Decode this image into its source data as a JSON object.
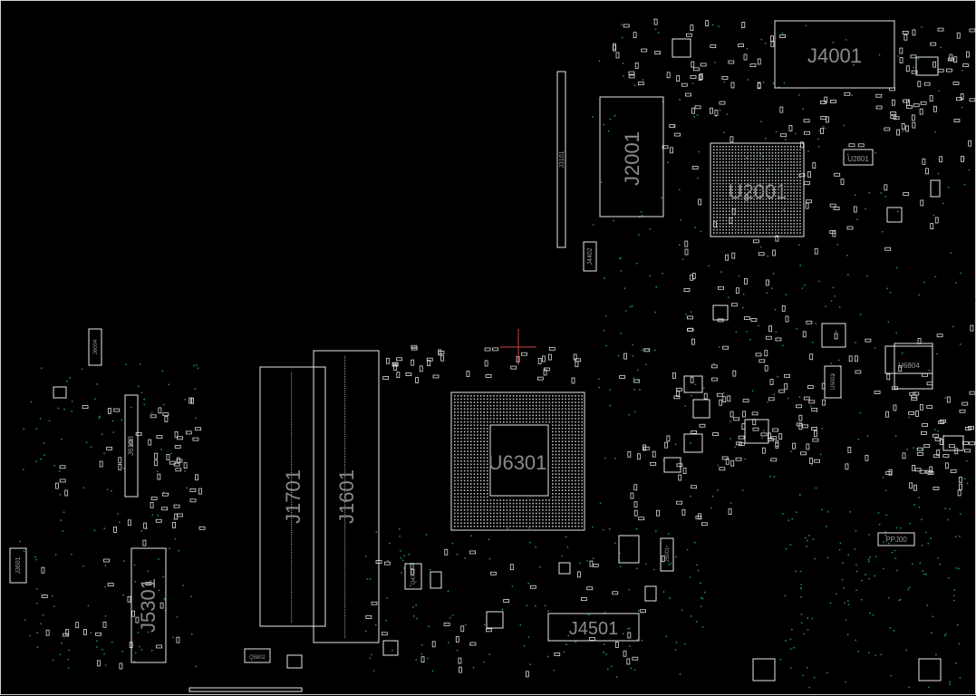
{
  "board": {
    "colors": {
      "background": "#000000",
      "outline": "#e6e6e6",
      "label": "#8a8a8a",
      "via": "#1f8a78",
      "pad": "#dcdcdc"
    }
  },
  "components": {
    "j4001": "J4001",
    "j2001": "J2001",
    "u2001": "U2001",
    "u2801": "U2801",
    "j3101": "J3101",
    "j4402": "J4402",
    "u6301": "U6301",
    "j1701": "J1701",
    "j1601": "J1601",
    "j5301": "J5301",
    "j6103": "J6103",
    "j3601": "J3601",
    "j4501": "J4501",
    "u5002": "U5002",
    "u6804": "U6804",
    "j5001": "J5001",
    "ppj00": "PPJ00",
    "j6004": "J6004",
    "q5802": "Q5802",
    "q4702": "Q4702"
  }
}
